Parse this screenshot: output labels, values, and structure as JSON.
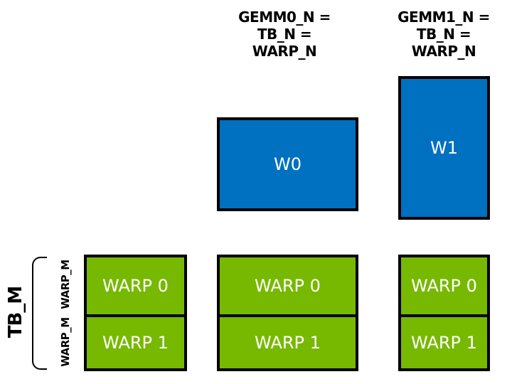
{
  "colors": {
    "blue": "#0070C0",
    "green": "#76B900",
    "line": "#000000",
    "box_text": "#ffffff",
    "label_text": "#000000"
  },
  "header_labels": {
    "gemm0": {
      "line1": "GEMM0_N =",
      "line2": "TB_N =",
      "line3": "WARP_N"
    },
    "gemm1": {
      "line1": "GEMM1_N =",
      "line2": "TB_N =",
      "line3": "WARP_N"
    }
  },
  "blue_boxes": {
    "w0": "W0",
    "w1": "W1"
  },
  "warp_blocks": {
    "left": {
      "warp0": "WARP 0",
      "warp1": "WARP 1"
    },
    "middle": {
      "warp0": "WARP 0",
      "warp1": "WARP 1"
    },
    "right": {
      "warp0": "WARP 0",
      "warp1": "WARP 1"
    }
  },
  "side_labels": {
    "tb_m": "TB_M",
    "warp_m_upper": "WARP_M",
    "warp_m_lower": "WARP_M"
  }
}
